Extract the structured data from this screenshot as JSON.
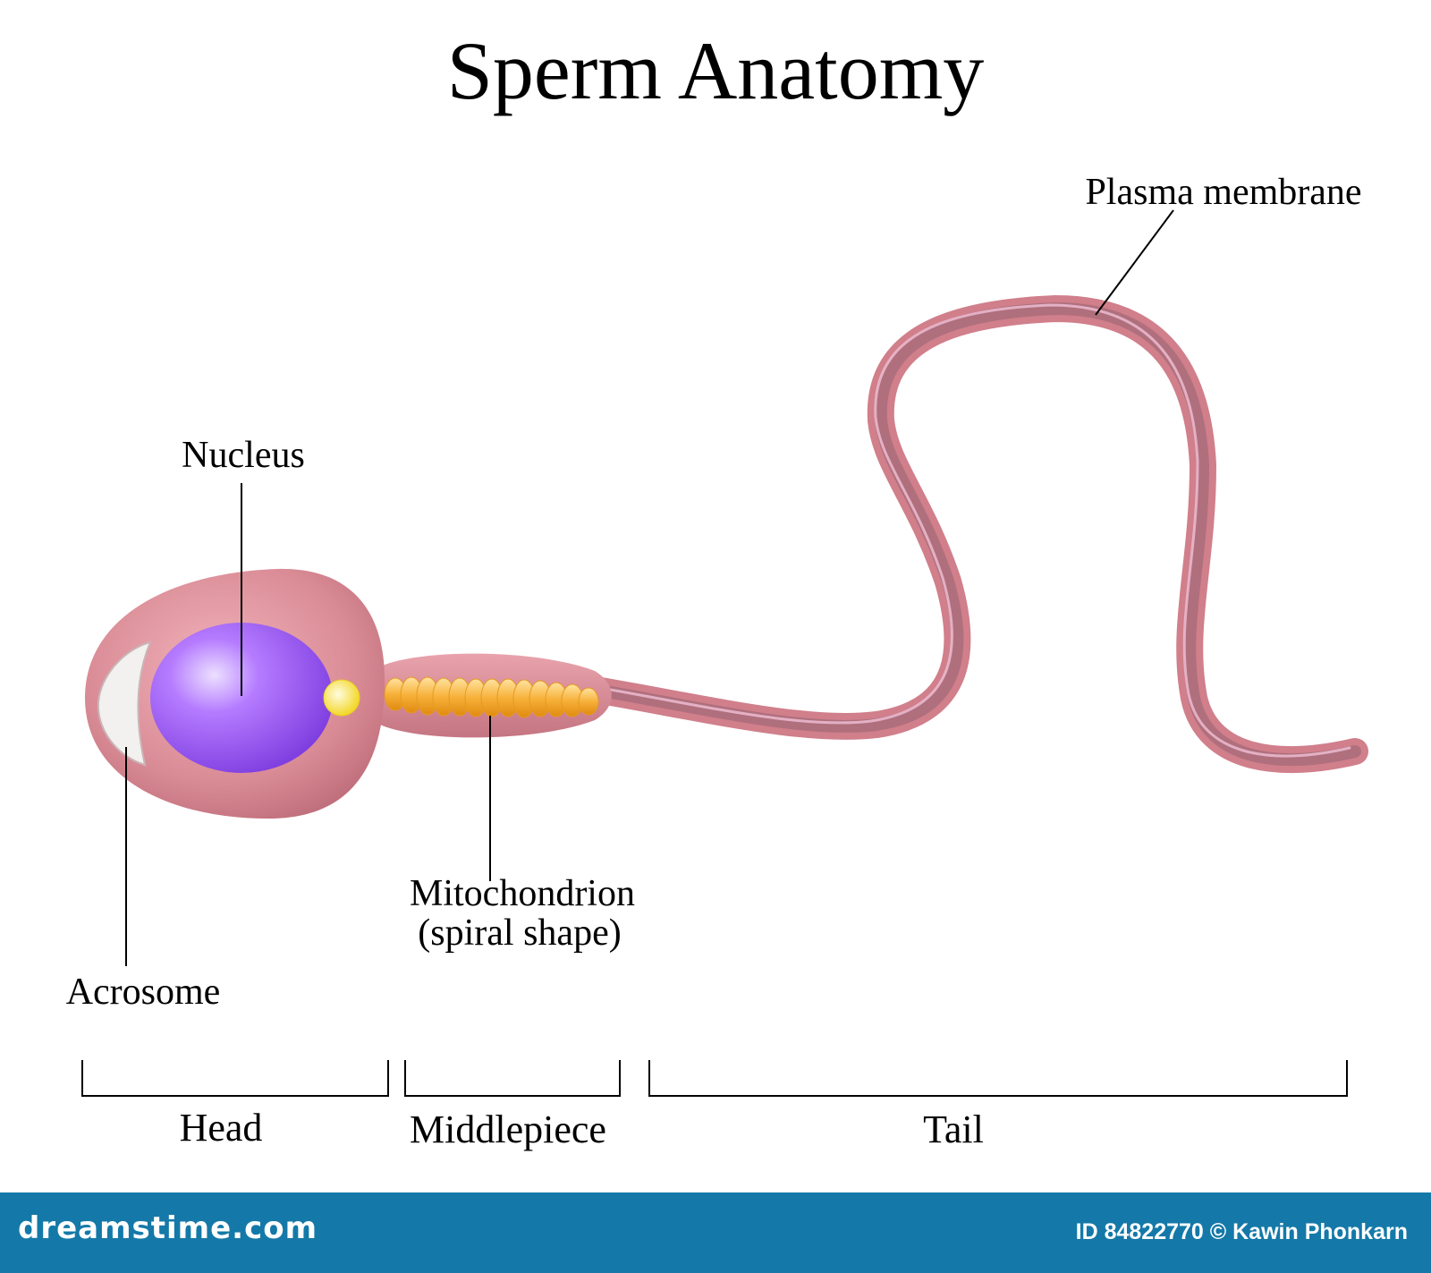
{
  "title": "Sperm Anatomy",
  "labels": {
    "plasma_membrane": "Plasma membrane",
    "nucleus": "Nucleus",
    "mitochondrion_line1": "Mitochondrion",
    "mitochondrion_line2": "(spiral shape)",
    "acrosome": "Acrosome"
  },
  "segments": {
    "head": "Head",
    "middlepiece": "Middlepiece",
    "tail": "Tail"
  },
  "footer": {
    "brand": "dreamstime.com",
    "credit": "ID 84822770 © Kawin Phonkarn"
  },
  "colors": {
    "head_body": "#d98b95",
    "nucleus": "#9b59f0",
    "acrosome": "#f0eeee",
    "centriole": "#f5e03a",
    "mitochondrion": "#f5a623",
    "tail": "#d4848f",
    "footer_bar": "#1479a8"
  }
}
